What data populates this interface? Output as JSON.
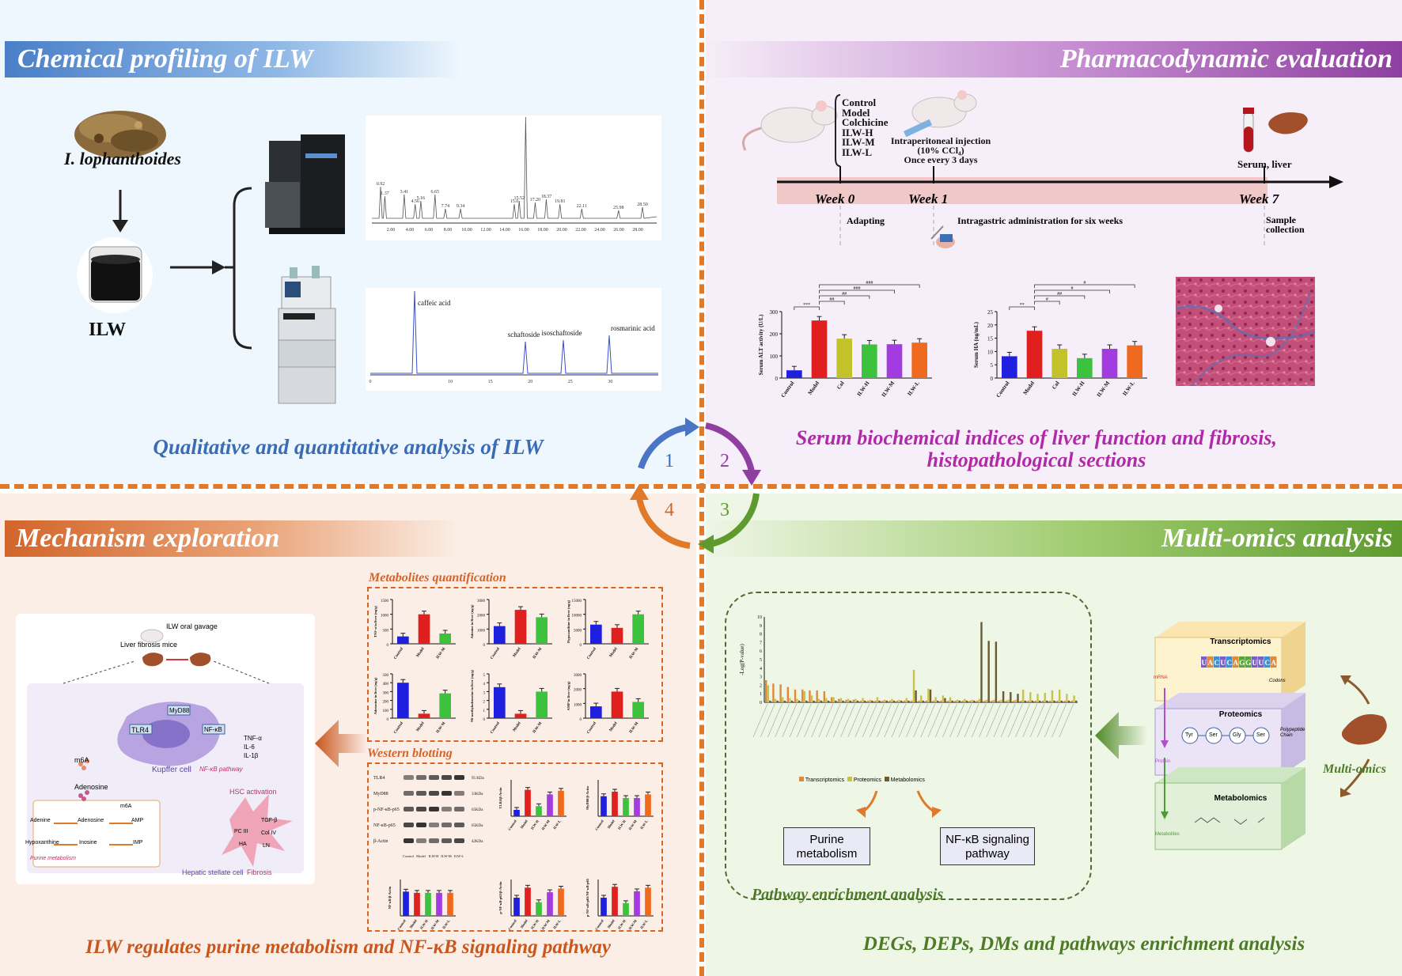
{
  "sections": {
    "chemical": {
      "title": "Chemical profiling of ILW",
      "plant": "I. lophanthoides",
      "extract": "ILW",
      "caption": "Qualitative and quantitative analysis of ILW",
      "ms_peaks": [
        "0.92",
        "1.37",
        "3.41",
        "4.56",
        "5.16",
        "6.65",
        "7.74",
        "9.34",
        "15.0",
        "15.52",
        "16.20",
        "17.20",
        "18.37",
        "19.81",
        "22.11",
        "25.98",
        "28.50"
      ],
      "ms_axis": [
        "2.00",
        "4.00",
        "6.00",
        "8.00",
        "10.00",
        "12.00",
        "14.00",
        "16.00",
        "18.00",
        "20.00",
        "22.00",
        "24.00",
        "26.00",
        "28.00"
      ],
      "hplc_peaks": [
        "caffeic acid",
        "schaftoside",
        "isoschaftoside",
        "rosmarinic acid"
      ],
      "hplc_axis": [
        "0",
        "10",
        "15",
        "20",
        "25",
        "30"
      ]
    },
    "pharma": {
      "title": "Pharmacodynamic evaluation",
      "groups": [
        "Control",
        "Model",
        "Colchicine",
        "ILW-H",
        "ILW-M",
        "ILW-L"
      ],
      "injection": [
        "Intraperitoneal injection",
        "(10% CCl₄)",
        "Once every 3 days"
      ],
      "sample": "Serum, liver",
      "weeks": [
        "Week 0",
        "Week 1",
        "Week 7"
      ],
      "adapting": "Adapting",
      "intragastric": "Intragastric administration for six weeks",
      "collection": [
        "Sample",
        "collection"
      ],
      "caption_line1": "Serum biochemical indices of liver function and fibrosis,",
      "caption_line2": "histopathological sections"
    },
    "mechanism": {
      "title": "Mechanism exploration",
      "caption": "ILW regulates purine metabolism and NF-κB signaling pathway",
      "metab_title": "Metabolites quantification",
      "wb_title": "Western blotting",
      "gavage": "ILW oral gavage",
      "mice": "Liver fibrosis mice",
      "kupffer": "Kupffer cell",
      "nfkb_pathway": "NF-κB pathway",
      "hsc_activation": "HSC activation",
      "hepatic": "Hepatic stellate cell",
      "fibrosis": "Fibrosis",
      "m6a": "m6A",
      "adenosine": "Adenosine",
      "tlr4": "TLR4",
      "myd88": "MyD88",
      "nfkb": "NF-κB",
      "cytokines": [
        "TNF-α",
        "IL-6",
        "IL-1β"
      ],
      "fibro_markers": [
        "TGF-β",
        "PC III",
        "Col IV",
        "HA",
        "LN"
      ],
      "purine_nodes": [
        "Adenine",
        "Adenosine",
        "AMP",
        "m6A",
        "Hypoxanthine",
        "Inosine",
        "IMP"
      ],
      "purine_label": "Purine metabolism",
      "wb_bands": [
        "TLR4",
        "MyD88",
        "p-NF-κB-p65",
        "NF-κB-p65",
        "β-Actin"
      ],
      "wb_kda": [
        "95 KDa",
        "33KDa",
        "65KDa",
        "65KDa",
        "42KDa"
      ],
      "wb_lanes": [
        "Control",
        "Model",
        "ILW-H",
        "ILW-M",
        "ILW-L"
      ]
    },
    "omics": {
      "title": "Multi-omics analysis",
      "caption": "DEGs, DEPs, DMs and pathways enrichment analysis",
      "enrich_label": "Pathway enrichment analysis",
      "yaxis": "-Log(P-value)",
      "yticks": [
        "0",
        "1",
        "2",
        "3",
        "4",
        "5",
        "6",
        "7",
        "8",
        "9",
        "10"
      ],
      "legend": [
        "Transcriptomics",
        "Proteomics",
        "Metabolomics"
      ],
      "out1": [
        "Purine",
        "metabolism"
      ],
      "out2": [
        "NF-κB signaling",
        "pathway"
      ],
      "layers": [
        "Transcriptomics",
        "Proteomics",
        "Metabolomics"
      ],
      "multi": "Multi-omics",
      "mrna": "mRNA",
      "codons": "Codons",
      "protein": "Protein",
      "metabolites": "Metabolites",
      "aa": [
        "Tyr",
        "Ser",
        "Gly",
        "Ser"
      ],
      "chain": [
        "Polypeptide",
        "Chain"
      ],
      "seq": [
        "U",
        "A",
        "C",
        "U",
        "C",
        "A",
        "G",
        "G",
        "U",
        "U",
        "C",
        "A"
      ]
    },
    "cycle": [
      "1",
      "2",
      "3",
      "4"
    ]
  },
  "chart_data": [
    {
      "type": "bar",
      "ylabel": "Serum ALT activity (U/L)",
      "categories": [
        "Control",
        "Model",
        "Col",
        "ILW-H",
        "ILW-M",
        "ILW-L"
      ],
      "values": [
        35,
        260,
        178,
        152,
        153,
        160
      ],
      "ylim": [
        0,
        300
      ],
      "yticks": [
        "0",
        "100",
        "200",
        "300"
      ],
      "colors": [
        "#1f1fe0",
        "#e01f1f",
        "#c2c22a",
        "#3cc23c",
        "#a33ce0",
        "#ef6a1f"
      ],
      "significance": [
        "***",
        "##",
        "##",
        "###",
        "###"
      ]
    },
    {
      "type": "bar",
      "ylabel": "Serum HA (ng/mL)",
      "categories": [
        "Control",
        "Model",
        "Col",
        "ILW-H",
        "ILW-M",
        "ILW-L"
      ],
      "values": [
        8.2,
        17.8,
        11,
        7.5,
        11,
        12.3
      ],
      "ylim": [
        0,
        25
      ],
      "yticks": [
        "0",
        "5",
        "10",
        "15",
        "20",
        "25"
      ],
      "colors": [
        "#1f1fe0",
        "#e01f1f",
        "#c2c22a",
        "#3cc23c",
        "#a33ce0",
        "#ef6a1f"
      ],
      "significance": [
        "**",
        "#",
        "##",
        "#",
        "#"
      ]
    },
    {
      "type": "bar",
      "ylabel": "TNF-α in liver (ng/g)",
      "categories": [
        "Control",
        "Model",
        "ILW-M"
      ],
      "values": [
        250,
        1000,
        350
      ],
      "ylim": [
        0,
        1500
      ],
      "yticks": [
        "0",
        "500",
        "1000",
        "1500"
      ],
      "colors": [
        "#1f1fe0",
        "#e01f1f",
        "#3cc23c"
      ]
    },
    {
      "type": "bar",
      "ylabel": "Adenine in liver (ng/g)",
      "categories": [
        "Control",
        "Model",
        "ILW-M"
      ],
      "values": [
        1200,
        2300,
        1800
      ],
      "ylim": [
        0,
        3000
      ],
      "yticks": [
        "0",
        "1000",
        "2000",
        "3000"
      ],
      "colors": [
        "#1f1fe0",
        "#e01f1f",
        "#3cc23c"
      ]
    },
    {
      "type": "bar",
      "ylabel": "Hypoxanthine in liver (ng/g)",
      "categories": [
        "Control",
        "Model",
        "ILW-M"
      ],
      "values": [
        6500,
        5400,
        10000
      ],
      "ylim": [
        0,
        15000
      ],
      "yticks": [
        "0",
        "5000",
        "10000",
        "15000"
      ],
      "colors": [
        "#1f1fe0",
        "#e01f1f",
        "#3cc23c"
      ]
    },
    {
      "type": "bar",
      "ylabel": "Adenosine in liver (ng/g)",
      "categories": [
        "Control",
        "Model",
        "ILW-M"
      ],
      "values": [
        400,
        50,
        280
      ],
      "ylim": [
        0,
        500
      ],
      "yticks": [
        "0",
        "100",
        "200",
        "300",
        "400",
        "500"
      ],
      "colors": [
        "#1f1fe0",
        "#e01f1f",
        "#3cc23c"
      ]
    },
    {
      "type": "bar",
      "ylabel": "N6-methyladenosine in liver (ng/g)",
      "categories": [
        "Control",
        "Model",
        "ILW-M"
      ],
      "values": [
        3.5,
        0.5,
        3.0
      ],
      "ylim": [
        0,
        5
      ],
      "yticks": [
        "0",
        "1",
        "2",
        "3",
        "4",
        "5"
      ],
      "colors": [
        "#1f1fe0",
        "#e01f1f",
        "#3cc23c"
      ]
    },
    {
      "type": "bar",
      "ylabel": "AMP in liver (ng/g)",
      "categories": [
        "Control",
        "Model",
        "ILW-M"
      ],
      "values": [
        800,
        1800,
        1100
      ],
      "ylim": [
        0,
        3000
      ],
      "yticks": [
        "0",
        "1000",
        "2000",
        "3000"
      ],
      "colors": [
        "#1f1fe0",
        "#e01f1f",
        "#3cc23c"
      ]
    },
    {
      "type": "bar",
      "ylabel": "TLR4/β-Actin",
      "categories": [
        "Control",
        "Model",
        "ILW-H",
        "ILW-M",
        "ILW-L"
      ],
      "values": [
        0.35,
        1.45,
        0.55,
        1.2,
        1.4
      ],
      "ylim": [
        0,
        2
      ],
      "colors": [
        "#1f1fe0",
        "#e01f1f",
        "#3cc23c",
        "#a33ce0",
        "#ef6a1f"
      ]
    },
    {
      "type": "bar",
      "ylabel": "MyD88/β-Actin",
      "categories": [
        "Control",
        "Model",
        "ILW-H",
        "ILW-M",
        "ILW-L"
      ],
      "values": [
        1.1,
        1.35,
        1.0,
        1.0,
        1.2
      ],
      "ylim": [
        0,
        2
      ],
      "colors": [
        "#1f1fe0",
        "#e01f1f",
        "#3cc23c",
        "#a33ce0",
        "#ef6a1f"
      ]
    },
    {
      "type": "bar",
      "ylabel": "NF-κB/β-Actin",
      "categories": [
        "Control",
        "Model",
        "ILW-H",
        "ILW-M",
        "ILW-L"
      ],
      "values": [
        1.0,
        0.95,
        0.95,
        0.95,
        0.95
      ],
      "ylim": [
        0,
        1.5
      ],
      "colors": [
        "#1f1fe0",
        "#e01f1f",
        "#3cc23c",
        "#a33ce0",
        "#ef6a1f"
      ]
    },
    {
      "type": "bar",
      "ylabel": "p-NF-κB-p65/β-Actin",
      "categories": [
        "Control",
        "Model",
        "ILW-H",
        "ILW-M",
        "ILW-L"
      ],
      "values": [
        1.0,
        1.55,
        0.75,
        1.3,
        1.5
      ],
      "ylim": [
        0,
        2
      ],
      "colors": [
        "#1f1fe0",
        "#e01f1f",
        "#3cc23c",
        "#a33ce0",
        "#ef6a1f"
      ]
    },
    {
      "type": "bar",
      "ylabel": "p-NF-κB-p65/NF-κB-p65",
      "categories": [
        "Control",
        "Model",
        "ILW-H",
        "ILW-M",
        "ILW-L"
      ],
      "values": [
        1.0,
        1.6,
        0.7,
        1.35,
        1.55
      ],
      "ylim": [
        0,
        2
      ],
      "colors": [
        "#1f1fe0",
        "#e01f1f",
        "#3cc23c",
        "#a33ce0",
        "#ef6a1f"
      ]
    },
    {
      "type": "bar",
      "ylabel": "-Log(P-value)",
      "ylim": [
        0,
        10
      ],
      "series": [
        {
          "name": "Transcriptomics",
          "values": [
            2.6,
            2.2,
            2.1,
            1.8,
            1.5,
            1.5,
            1.4,
            1.4,
            1.3,
            0.6,
            0.4,
            0.3,
            0.3,
            0.2,
            0.2,
            0.2,
            0.2,
            0.2,
            0.2,
            0.2,
            0.2,
            0.2,
            0.2,
            0.2,
            0.2,
            0.2,
            0.2,
            0.2,
            0.2,
            0.2,
            0.2,
            0.2,
            0.2,
            0.2,
            0.2,
            0.2,
            0.2,
            0.2,
            0.2,
            0.2,
            0.2,
            0.2,
            0.2
          ]
        },
        {
          "name": "Proteomics",
          "values": [
            2.0,
            0.4,
            0.6,
            0.5,
            0.4,
            1.3,
            0.8,
            0.4,
            0.5,
            0.6,
            0.5,
            0.4,
            0.4,
            0.5,
            0.3,
            0.6,
            0.3,
            0.4,
            0.3,
            0.5,
            3.8,
            0.8,
            1.6,
            0.6,
            0.8,
            0.6,
            0.3,
            0.4,
            0.3,
            0.4,
            0.3,
            0.3,
            0.3,
            0.3,
            0.3,
            1.5,
            1.2,
            1.0,
            1.1,
            1.4,
            1.5,
            1.0,
            0.8
          ]
        },
        {
          "name": "Metabolomics",
          "values": [
            0.2,
            0.2,
            0.2,
            0.2,
            0.2,
            0.2,
            0.2,
            0.2,
            0.2,
            0.2,
            0.2,
            0.2,
            0.2,
            0.2,
            0.2,
            0.2,
            0.2,
            0.2,
            0.2,
            0.2,
            1.4,
            0.2,
            1.5,
            0.2,
            0.5,
            0.2,
            0.2,
            0.2,
            0.2,
            9.4,
            7.2,
            7.1,
            1.3,
            1.2,
            1.0,
            0.2,
            0.2,
            0.2,
            0.2,
            0.2,
            0.2,
            0.2,
            0.2
          ]
        }
      ]
    }
  ]
}
